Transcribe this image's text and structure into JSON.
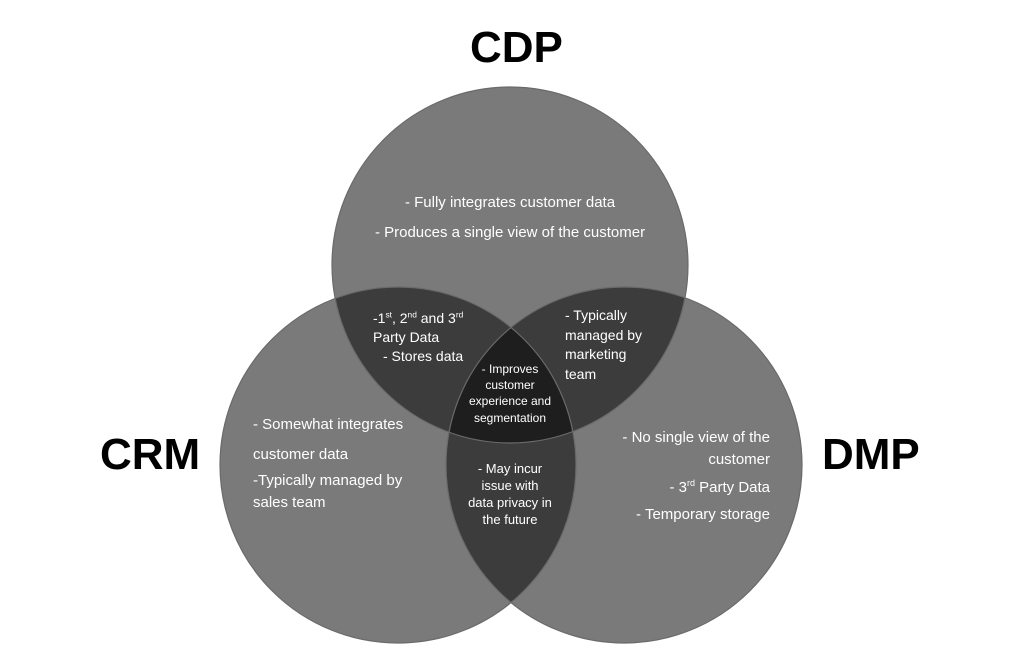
{
  "labels": {
    "cdp": "CDP",
    "crm": "CRM",
    "dmp": "DMP"
  },
  "regions": {
    "cdp_only": {
      "line1": "- Fully integrates customer data",
      "line2": "- Produces a single view of the customer"
    },
    "crm_only": {
      "line1": "- Somewhat integrates customer data",
      "line2": "-Typically managed by sales team"
    },
    "dmp_only": {
      "line1": "- No single view of the customer",
      "line2_pre": "- 3",
      "line2_sup": "rd",
      "line2_post": " Party Data",
      "line3": "- Temporary storage"
    },
    "cdp_crm": {
      "pre": "-1",
      "sup1": "st",
      "mid1": ", 2",
      "sup2": "nd",
      "mid2": " and 3",
      "sup3": "rd",
      "post": " Party Data",
      "line2": "- Stores data"
    },
    "cdp_dmp": {
      "line1": "- Typically managed by marketing team"
    },
    "crm_dmp": {
      "line1": "- May incur issue with data privacy in the future"
    },
    "center": {
      "line1": "- Improves customer experience and segmentation"
    }
  },
  "colors": {
    "single": "#7a7a7a",
    "double": "#3c3c3c",
    "triple": "#1e1e1e",
    "outline": "#6a6a6a"
  }
}
